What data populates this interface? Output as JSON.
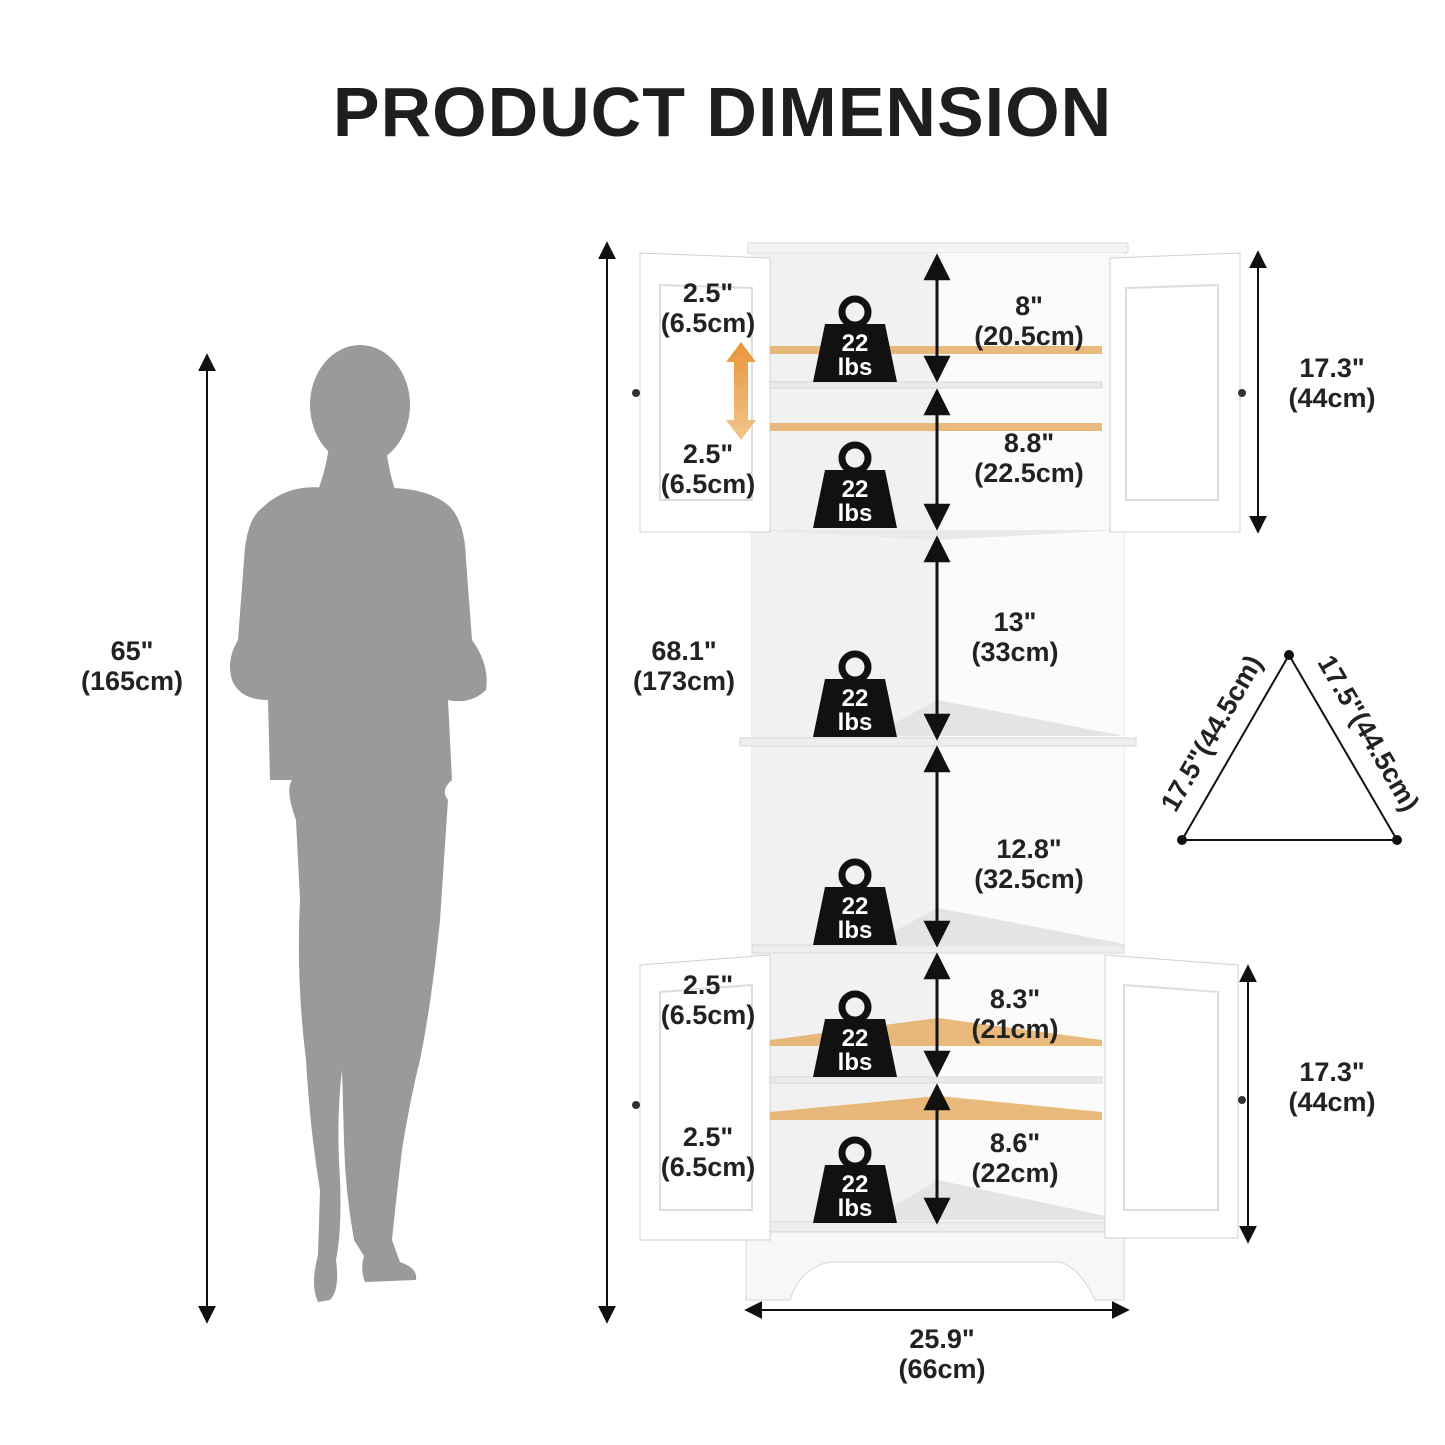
{
  "title": "PRODUCT DIMENSION",
  "person_height": {
    "in": "65\"",
    "cm": "(165cm)"
  },
  "total_height": {
    "in": "68.1\"",
    "cm": "(173cm)"
  },
  "total_width": {
    "in": "25.9\"",
    "cm": "(66cm)"
  },
  "upper_cabinet_height": {
    "in": "17.3\"",
    "cm": "(44cm)"
  },
  "lower_cabinet_height": {
    "in": "17.3\"",
    "cm": "(44cm)"
  },
  "shelf_adjust": [
    {
      "in": "2.5\"",
      "cm": "(6.5cm)"
    },
    {
      "in": "2.5\"",
      "cm": "(6.5cm)"
    },
    {
      "in": "2.5\"",
      "cm": "(6.5cm)"
    },
    {
      "in": "2.5\"",
      "cm": "(6.5cm)"
    }
  ],
  "compartments": [
    {
      "in": "8\"",
      "cm": "(20.5cm)"
    },
    {
      "in": "8.8\"",
      "cm": "(22.5cm)"
    },
    {
      "in": "13\"",
      "cm": "(33cm)"
    },
    {
      "in": "12.8\"",
      "cm": "(32.5cm)"
    },
    {
      "in": "8.3\"",
      "cm": "(21cm)"
    },
    {
      "in": "8.6\"",
      "cm": "(22cm)"
    }
  ],
  "weight": {
    "value": "22",
    "unit": "lbs"
  },
  "triangle_sides": {
    "left": "17.5\"(44.5cm)",
    "right": "17.5\"(44.5cm)"
  },
  "colors": {
    "text": "#1e1e1e",
    "silhouette": "#9a9a9a",
    "accent": "#e2a04a",
    "weight_icon": "#111111"
  }
}
